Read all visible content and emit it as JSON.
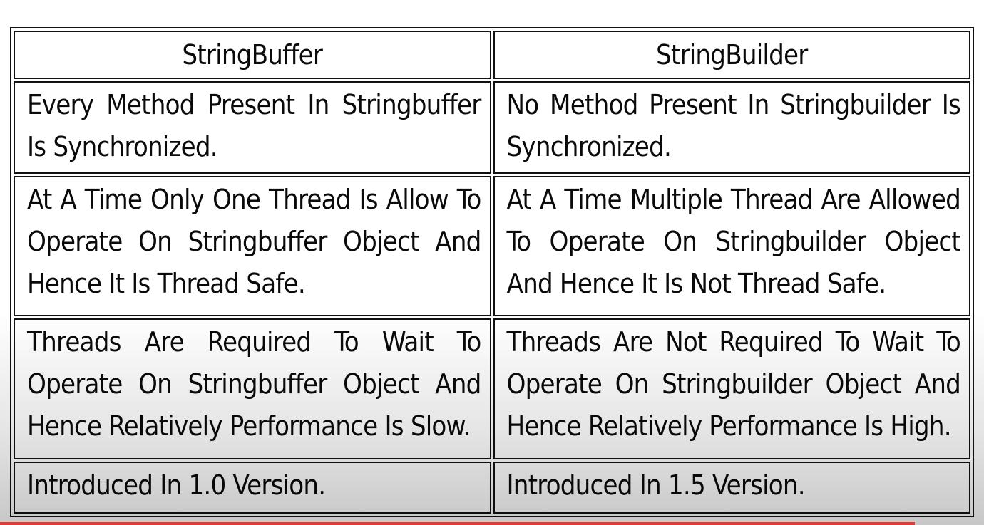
{
  "table": {
    "headers": [
      "StringBuffer",
      "StringBuilder"
    ],
    "rows": [
      [
        "Every Method Present In Stringbuffer Is Synchronized.",
        "No Method Present In Stringbuilder Is Synchronized."
      ],
      [
        "At A Time Only One Thread Is Allow To Operate On Stringbuffer Object And Hence It Is Thread Safe.",
        "At A Time Multiple Thread Are Allowed To Operate On Stringbuilder Object And Hence It Is Not Thread Safe."
      ],
      [
        "Threads Are Required To Wait To Operate On Stringbuffer Object And Hence Relatively Performance Is Slow.",
        "Threads Are Not Required To Wait To Operate On Stringbuilder Object And Hence Relatively Performance Is High."
      ],
      [
        "Introduced In 1.0 Version.",
        "Introduced In 1.5 Version."
      ]
    ]
  },
  "video_player": {
    "progress": 0.93,
    "progress_color": "#e53935"
  }
}
